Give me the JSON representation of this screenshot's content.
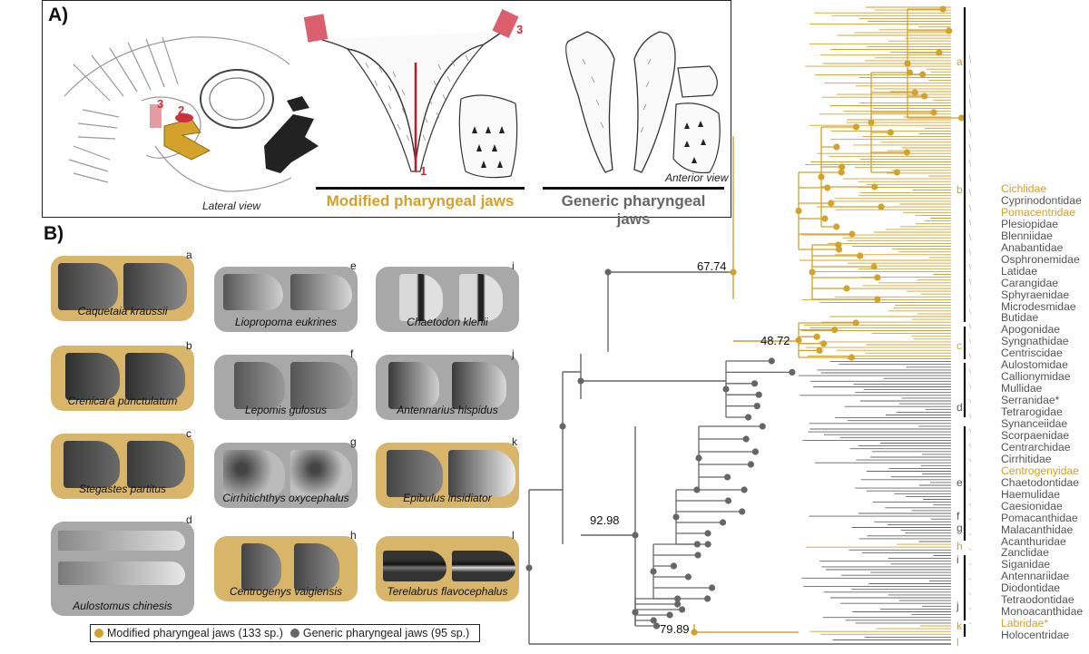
{
  "panel_a": {
    "label": "A)",
    "lateral_view": "Lateral view",
    "anterior_view": "Anterior view",
    "modified_title": "Modified pharyngeal jaws",
    "generic_title": "Generic pharyngeal jaws",
    "markers": {
      "m1": "1",
      "m2": "2",
      "m3": "3",
      "m3b": "3"
    }
  },
  "panel_b": {
    "label": "B)",
    "cards": [
      {
        "letter": "a",
        "species": "Caquetaia kraussii",
        "type": "mod"
      },
      {
        "letter": "b",
        "species": "Crenicara punctulatum",
        "type": "mod"
      },
      {
        "letter": "c",
        "species": "Stegastes partitus",
        "type": "mod"
      },
      {
        "letter": "d",
        "species": "Aulostomus chinesis",
        "type": "gen"
      },
      {
        "letter": "e",
        "species": "Liopropoma eukrines",
        "type": "gen"
      },
      {
        "letter": "f",
        "species": "Lepomis gulosus",
        "type": "gen"
      },
      {
        "letter": "g",
        "species": "Cirrhitichthys oxycephalus",
        "type": "gen"
      },
      {
        "letter": "h",
        "species": "Centrogenys vaigiensis",
        "type": "mod"
      },
      {
        "letter": "i",
        "species": "Chaetodon klenii",
        "type": "gen"
      },
      {
        "letter": "j",
        "species": "Antennarius hispidus",
        "type": "gen"
      },
      {
        "letter": "k",
        "species": "Epibulus insidiator",
        "type": "mod"
      },
      {
        "letter": "l",
        "species": "Terelabrus flavocephalus",
        "type": "mod"
      }
    ],
    "legend": {
      "modified": "Modified pharyngeal jaws (133 sp.)",
      "generic": "Generic pharyngeal jaws (95 sp.)"
    }
  },
  "tree": {
    "node_values": [
      "67.74",
      "48.72",
      "92.98",
      "79.89"
    ],
    "clade_letters": [
      "a",
      "b",
      "c",
      "d",
      "e",
      "f",
      "g",
      "h",
      "i",
      "j",
      "k",
      "l"
    ],
    "colors": {
      "modified": "#d4a12a",
      "generic": "#666666"
    },
    "families": [
      {
        "name": "Cichlidae",
        "type": "mod"
      },
      {
        "name": "Cyprinodontidae",
        "type": "gen"
      },
      {
        "name": "Pomacentridae",
        "type": "mod"
      },
      {
        "name": "Plesiopidae",
        "type": "gen"
      },
      {
        "name": "Blenniidae",
        "type": "gen"
      },
      {
        "name": "Anabantidae",
        "type": "gen"
      },
      {
        "name": "Osphronemidae",
        "type": "gen"
      },
      {
        "name": "Latidae",
        "type": "gen"
      },
      {
        "name": "Carangidae",
        "type": "gen"
      },
      {
        "name": "Sphyraenidae",
        "type": "gen"
      },
      {
        "name": "Microdesmidae",
        "type": "gen"
      },
      {
        "name": "Butidae",
        "type": "gen"
      },
      {
        "name": "Apogonidae",
        "type": "gen"
      },
      {
        "name": "Syngnathidae",
        "type": "gen"
      },
      {
        "name": "Centriscidae",
        "type": "gen"
      },
      {
        "name": "Aulostomidae",
        "type": "gen"
      },
      {
        "name": "Callionymidae",
        "type": "gen"
      },
      {
        "name": "Mullidae",
        "type": "gen"
      },
      {
        "name": "Serranidae*",
        "type": "gen"
      },
      {
        "name": "Tetrarogidae",
        "type": "gen"
      },
      {
        "name": "Synanceiidae",
        "type": "gen"
      },
      {
        "name": "Scorpaenidae",
        "type": "gen"
      },
      {
        "name": "Centrarchidae",
        "type": "gen"
      },
      {
        "name": "Cirrhitidae",
        "type": "gen"
      },
      {
        "name": "Centrogenyidae",
        "type": "mod"
      },
      {
        "name": "Chaetodontidae",
        "type": "gen"
      },
      {
        "name": "Haemulidae",
        "type": "gen"
      },
      {
        "name": "Caesionidae",
        "type": "gen"
      },
      {
        "name": "Pomacanthidae",
        "type": "gen"
      },
      {
        "name": "Malacanthidae",
        "type": "gen"
      },
      {
        "name": "Acanthuridae",
        "type": "gen"
      },
      {
        "name": "Zanclidae",
        "type": "gen"
      },
      {
        "name": "Siganidae",
        "type": "gen"
      },
      {
        "name": "Antennariidae",
        "type": "gen"
      },
      {
        "name": "Diodontidae",
        "type": "gen"
      },
      {
        "name": "Tetraodontidae",
        "type": "gen"
      },
      {
        "name": "Monoacanthidae",
        "type": "gen"
      },
      {
        "name": "Labridae*",
        "type": "mod"
      },
      {
        "name": "Holocentridae",
        "type": "gen"
      }
    ]
  }
}
